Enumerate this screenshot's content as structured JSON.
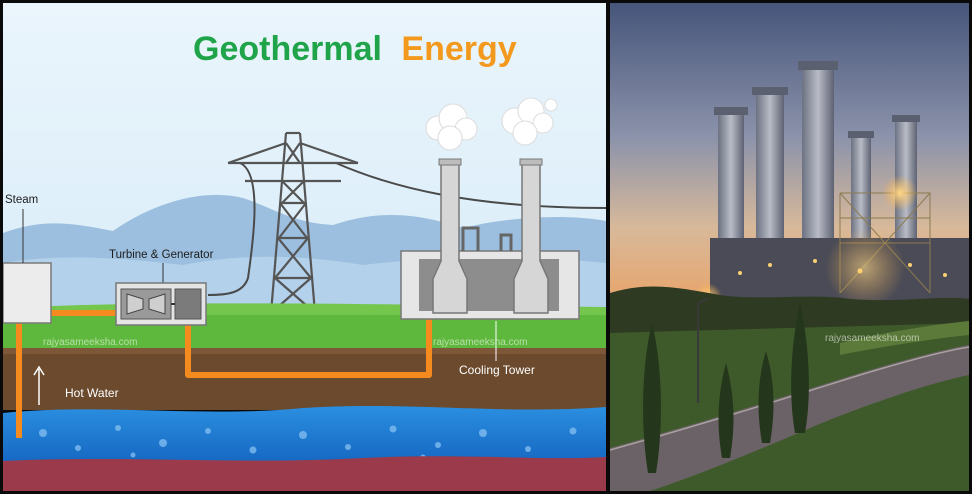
{
  "diagram": {
    "title_part1": "Geothermal",
    "title_part2": "Energy",
    "labels": {
      "steam": "Steam",
      "turbine": "Turbine & Generator",
      "hot_water": "Hot Water",
      "cooling_tower": "Cooling Tower"
    },
    "watermark": "rajyasameeksha.com",
    "colors": {
      "title_green": "#1fa44a",
      "title_orange": "#f39a1e",
      "pipe_orange": "#f58a1f",
      "sky": "#e8f3fb",
      "grass": "#5fb83e",
      "soil": "#6b4a2e",
      "water": "#1f7fd4"
    }
  },
  "photo": {
    "watermark": "rajyasameeksha.com",
    "stacks": 5
  }
}
